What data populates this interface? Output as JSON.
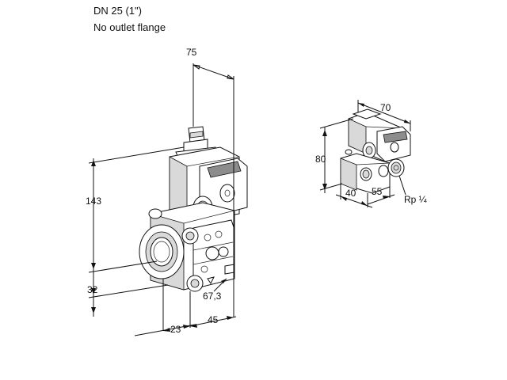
{
  "header": {
    "size": "DN 25 (1\")",
    "note": "No outlet flange"
  },
  "main_view": {
    "dim_width_top": "75",
    "dim_height_total": "143",
    "dim_height_low": "32",
    "dim_depth_front": "23",
    "dim_depth_side": "45",
    "dim_offset": "67,3"
  },
  "small_view": {
    "dim_width": "70",
    "dim_height": "80",
    "dim_depth_a": "40",
    "dim_depth_b": "55",
    "connection": "Rp ¼"
  }
}
